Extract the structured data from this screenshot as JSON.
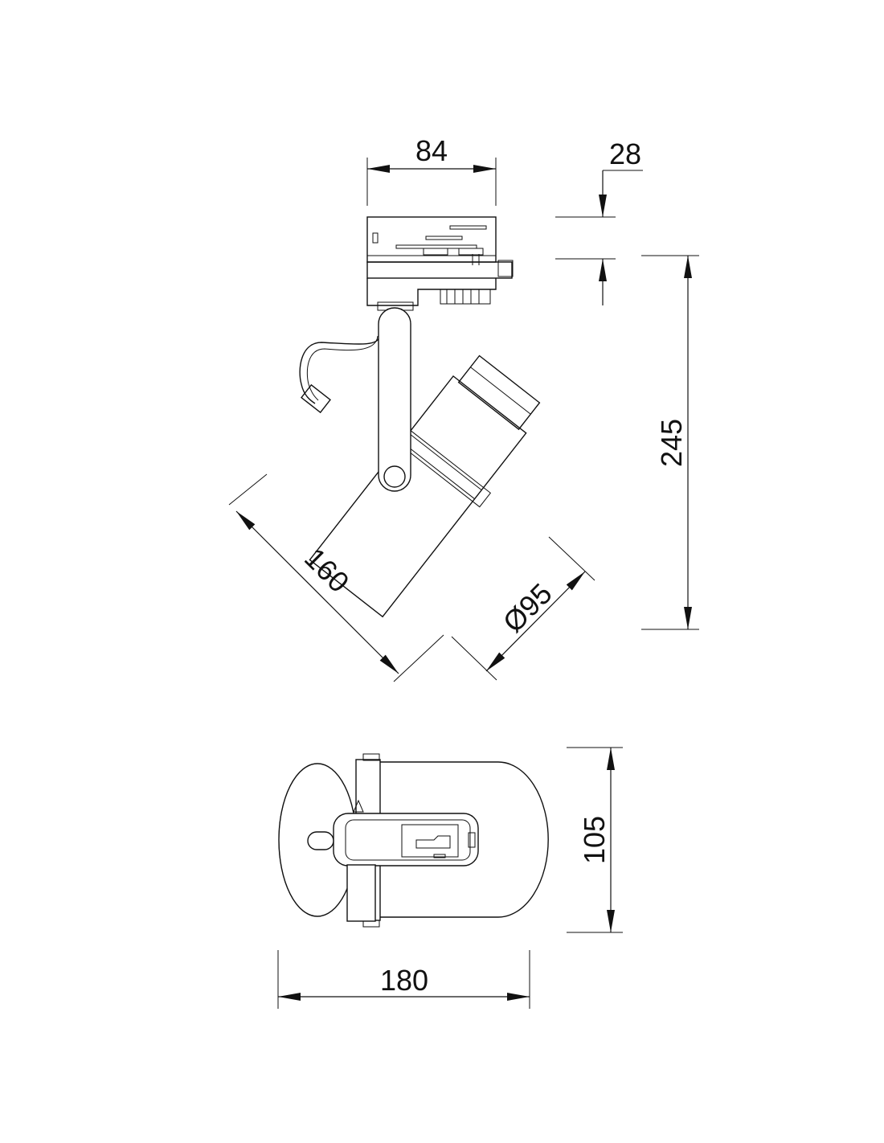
{
  "drawing": {
    "dimensions": {
      "track_adapter_width": "84",
      "track_adapter_height": "28",
      "total_height": "245",
      "spot_length": "160",
      "spot_diameter": "Ø95",
      "top_view_width": "180",
      "top_view_depth": "105"
    }
  }
}
